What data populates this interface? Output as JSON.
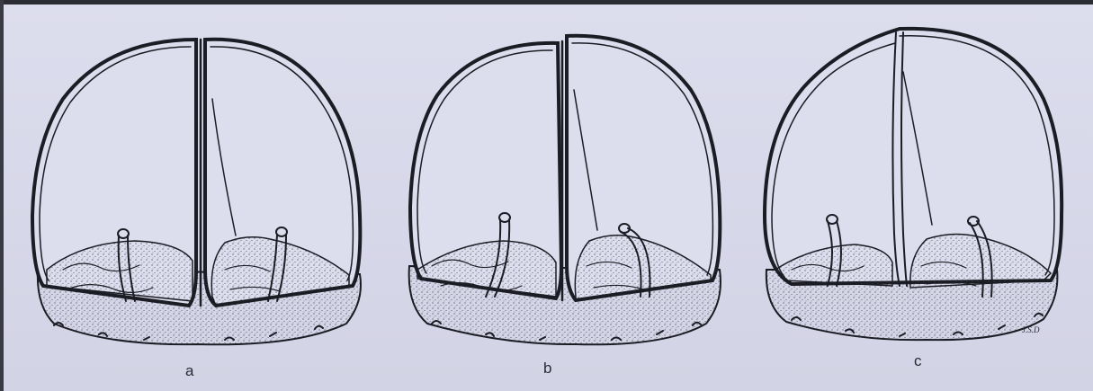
{
  "panels": [
    {
      "label": "a"
    },
    {
      "label": "b"
    },
    {
      "label": "c"
    }
  ],
  "signature": "J.S.D",
  "colors": {
    "paper": "#d9dae9",
    "ink": "#1c1c24"
  }
}
